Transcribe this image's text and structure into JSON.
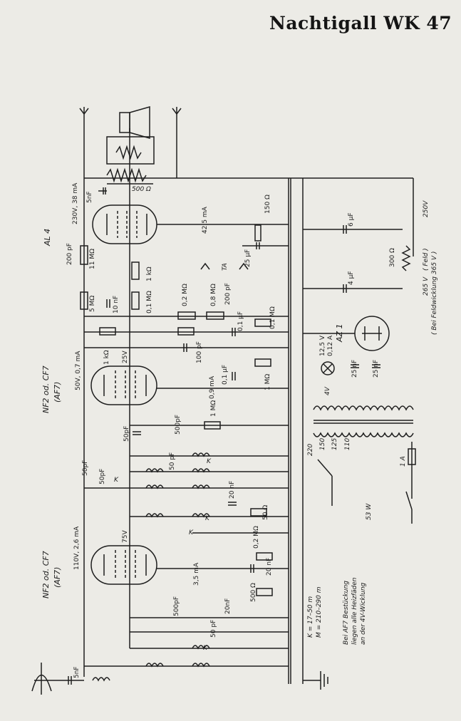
{
  "title": "Nachtigall WK 47",
  "tubes": {
    "output": {
      "type": "AL 4",
      "anode": "230V, 38 mA",
      "cathode_current": "42,5 mA"
    },
    "af_stage": {
      "type": "NF2 od. CF7",
      "alt": "(AF7)",
      "anode": "50V, 0,7 mA",
      "screen": "25V",
      "cathode_current": "0,9 mA"
    },
    "rf_stage": {
      "type": "NF2 od. CF7",
      "alt": "(AF7)",
      "anode": "110V, 2,6 mA",
      "screen": "75V",
      "cathode_current": "3,5 mA"
    },
    "rectifier": {
      "type": "AZ 1"
    }
  },
  "components": {
    "speaker_res": "500 Ω",
    "c_5nF_top": "5nF",
    "r_150": "150 Ω",
    "c_6uF": "6 μF",
    "c_25uF": "25 μF",
    "c_4uF": "4 μF",
    "r_300": "300 Ω",
    "field": "( Feld )",
    "field_note": "( Bei Feldwicklung 365 V )",
    "v_250": "250V",
    "v_265": "265 V",
    "c_200pF": "200 pF",
    "r_11M": "11 MΩ",
    "r_1k_a": "1 kΩ",
    "r_5M": "5 MΩ",
    "c_10nF": "10 nF",
    "r_01M_a": "0,1 MΩ",
    "r_02M_a": "0,2 MΩ",
    "r_08M": "0,8 MΩ",
    "c_200pF_b": "200 pF",
    "ta": "TA",
    "c_01uF_a": "0,1 μF",
    "r_01M_b": "0,1 MΩ",
    "c_100pF": "100 pF",
    "r_1k_b": "1 kΩ",
    "c_01uF_b": "0,1 μF",
    "r_1M_a": "1 MΩ",
    "c_500pF_a": "500pF",
    "c_50pF_a": "50pF",
    "r_1M_b": "1 MΩ",
    "c_50pF_b": "50 pF",
    "k_label": "K",
    "c_50pF_c": "50pF",
    "c_50pF_d": "50pF",
    "c_20nF_a": "20 nF",
    "r_50": "50 Ω",
    "r_02M_b": "0,2 MΩ",
    "c_20nF_b": "20 nF",
    "r_500": "500 Ω",
    "c_20nF_c": "20nF",
    "c_500pF_b": "500pF",
    "c_50pF_e": "50 pF",
    "c_5nF_ant": "5nF",
    "lamp": "12,5 V",
    "lamp2": "0,12 A",
    "heater": "4V",
    "c_25nF_a": "25 nF",
    "c_25nF_b": "25 nF",
    "taps": [
      "220",
      "150",
      "125",
      "110"
    ],
    "fuse": "1 A",
    "power": "53 W"
  },
  "notes": {
    "k_range": "K = 17–50 m",
    "m_range": "M = 210–290 m",
    "af7_note1": "Bei AF7 Bestückung",
    "af7_note2": "liegen alle Heizfäden",
    "af7_note3": "an der 4V-Wicklung"
  }
}
